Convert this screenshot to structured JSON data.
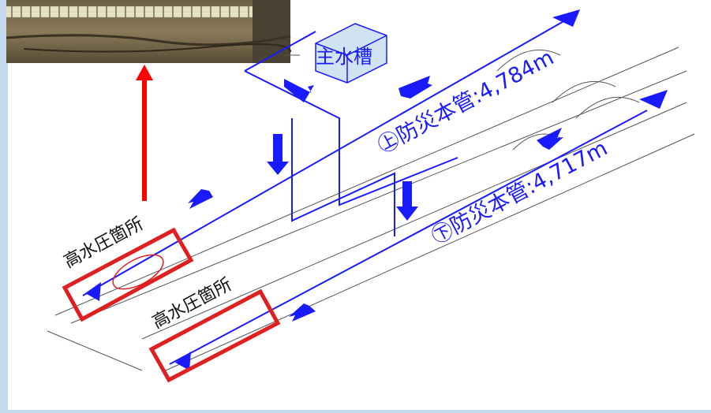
{
  "diagram": {
    "top_label": "主水槽",
    "upper_pipe_label": "㊤防災本管:4,784m",
    "lower_pipe_label": "㊦防災本管:4,717m",
    "high_pressure_label_1": "高水圧箇所",
    "high_pressure_label_2": "高水圧箇所"
  },
  "colors": {
    "background": "#c5d9ee",
    "pipe_blue": "#1a1aff",
    "highlight_red": "#e02020",
    "arrow_red": "#ff0000",
    "structure_gray": "#555555"
  },
  "icons": [
    "photo-inset",
    "flow-arrow-icon",
    "red-arrow-up-icon",
    "water-tank-icon"
  ]
}
